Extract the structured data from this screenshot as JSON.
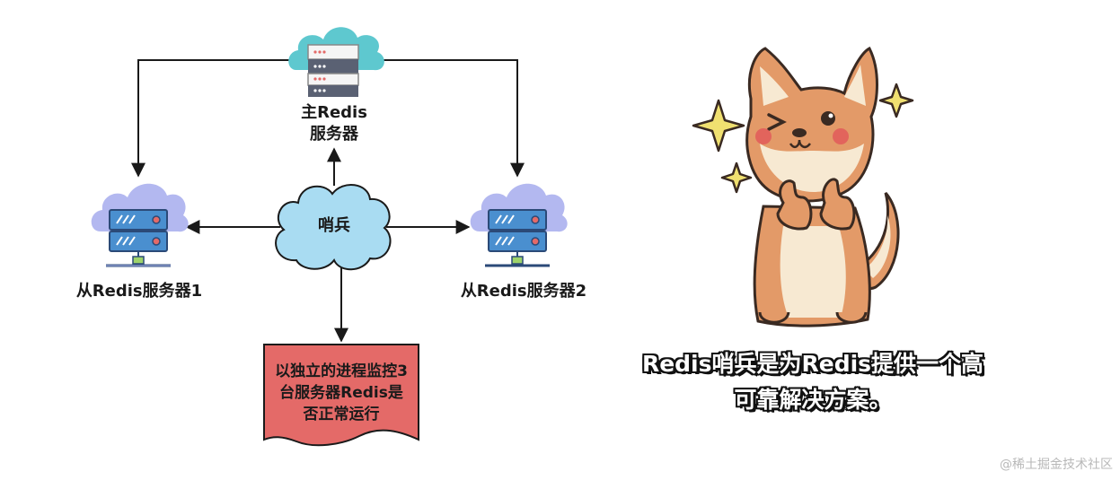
{
  "master": {
    "label_line1": "主Redis",
    "label_line2": "服务器"
  },
  "sentinel": {
    "label": "哨兵"
  },
  "slave1": {
    "label": "从Redis服务器1"
  },
  "slave2": {
    "label": "从Redis服务器2"
  },
  "note": {
    "line1": "以独立的进程监控3",
    "line2": "台服务器Redis是",
    "line3": "否正常运行"
  },
  "caption": {
    "line1": "Redis哨兵是为Redis提供一个高",
    "line2": "可靠解决方案。"
  },
  "watermark": "@稀土掘金技术社区",
  "colors": {
    "cloud_teal": "#5ec8cf",
    "cloud_lavender": "#b3b8f0",
    "cloud_sky": "#a9dcf2",
    "server_body": "#4a8fcf",
    "note_fill": "#e46a68",
    "dog_orange": "#e39a68",
    "star_yellow": "#f0e070"
  }
}
